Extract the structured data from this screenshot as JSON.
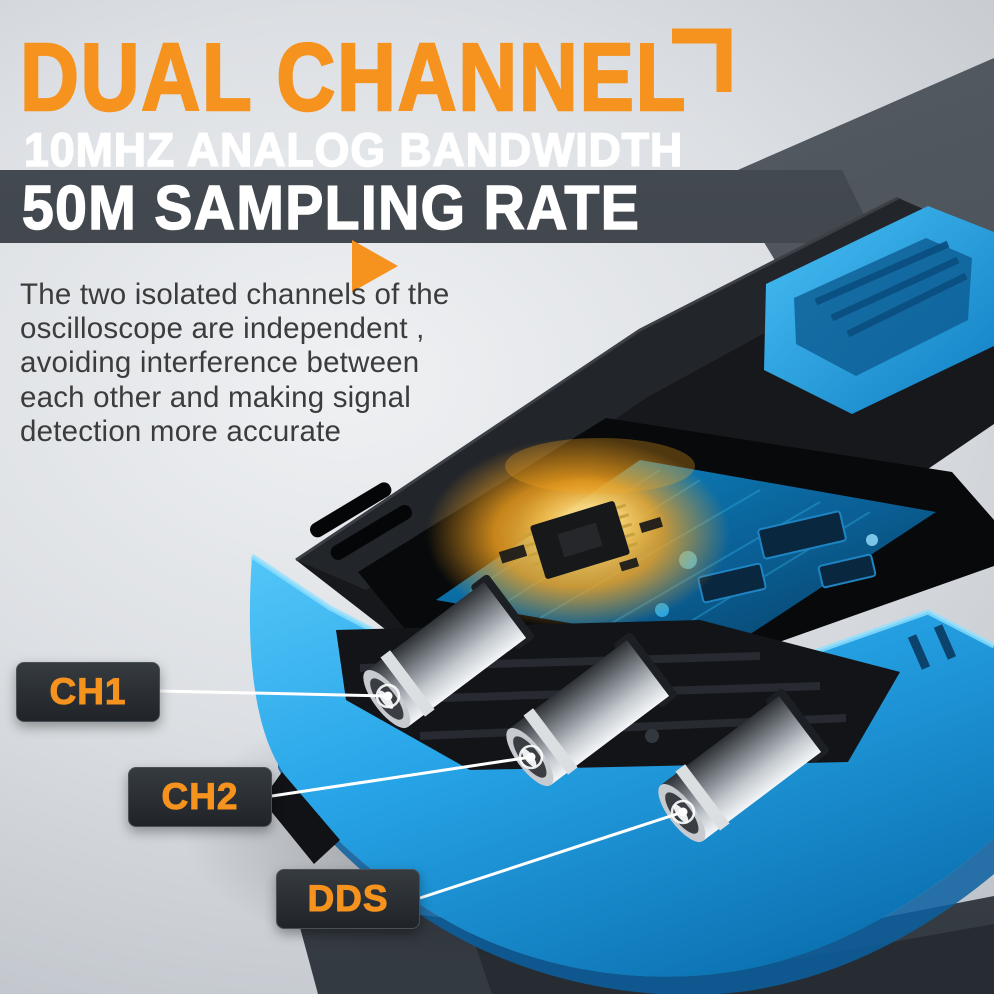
{
  "header": {
    "title": "DUAL CHANNEL",
    "line2": "10MHZ ANALOG BANDWIDTH",
    "line3": "50M SAMPLING RATE"
  },
  "description": {
    "text": "The two isolated channels of the\noscilloscope are independent ,\navoiding interference between\neach other and making signal\ndetection more accurate"
  },
  "callouts": [
    {
      "label": "CH1"
    },
    {
      "label": "CH2"
    },
    {
      "label": "DDS"
    }
  ],
  "icons": {
    "corner_bracket": "corner-frame-mark",
    "arrow_right": "triangle-right"
  },
  "colors": {
    "accent_orange": "#F6921E",
    "banner_dark": "#3B4147",
    "badge_dark": "#26292E",
    "device_blue": "#2AA7E8",
    "pcb_teal": "#0A6096",
    "pcb_glow": "#F7A41F",
    "text_dark": "#3C3C3C",
    "white": "#FFFFFF"
  }
}
